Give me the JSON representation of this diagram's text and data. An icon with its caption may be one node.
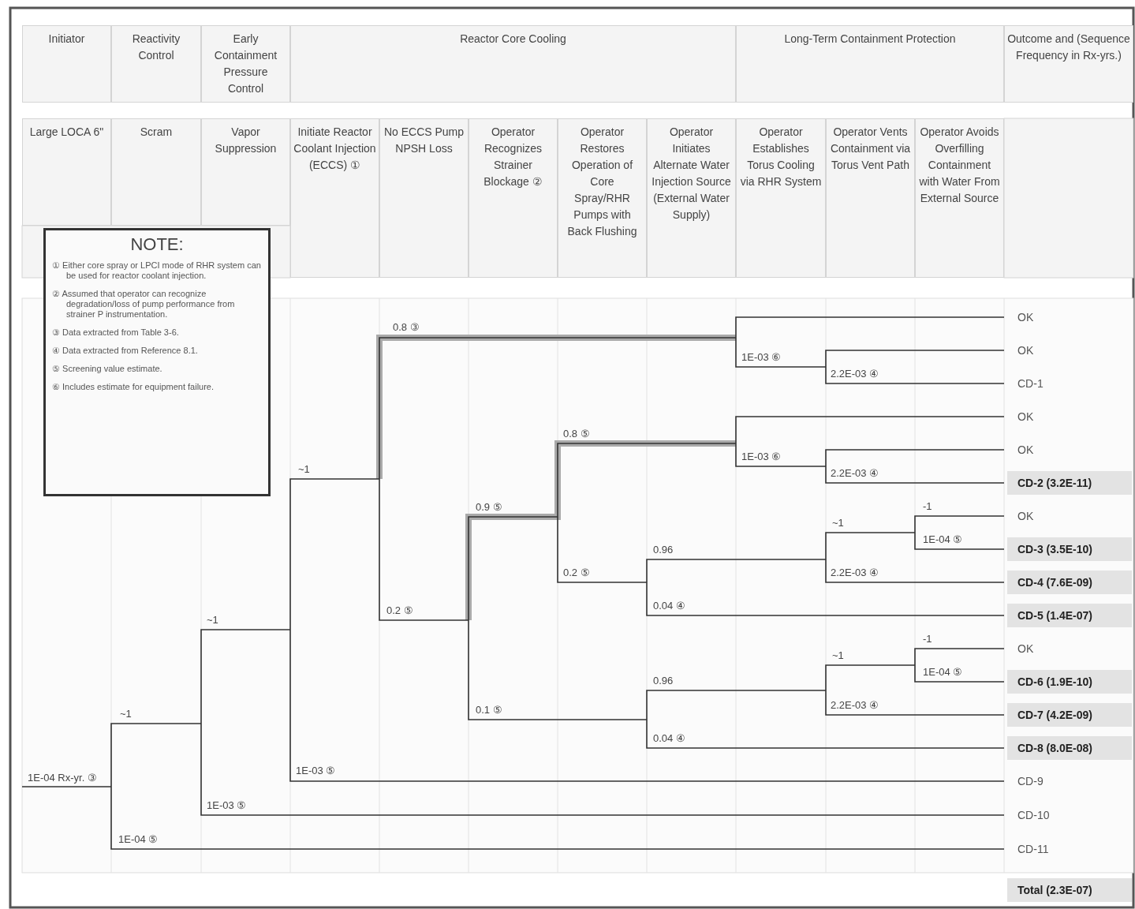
{
  "diagram": {
    "nodes": [
      {
        "text": [
          "Initiator"
        ]
      },
      {
        "text": [
          "Reactivity Control"
        ]
      },
      {
        "text": [
          "Early Containment Pressure Control"
        ]
      },
      {
        "text": [
          "Reactor Core Cooling"
        ]
      },
      {
        "text": [
          "Long-Term Containment Protection"
        ]
      },
      {
        "text": [
          "Outcome and (Sequence Frequency in Rx-yrs.)"
        ]
      },
      {
        "text": [
          "Large LOCA 6\""
        ]
      },
      {
        "text": [
          "Scram"
        ]
      },
      {
        "text": [
          "Vapor Suppression"
        ]
      },
      {
        "text": [
          "Initiate Reactor Coolant Injection (ECCS) ①"
        ]
      },
      {
        "text": [
          "No ECCS Pump NPSH Loss"
        ]
      },
      {
        "text": [
          "Operator Recognizes Strainer Blockage ②"
        ]
      },
      {
        "text": [
          "Operator Restores Operation of Core Spray/RHR Pumps with Back Flushing"
        ]
      },
      {
        "text": [
          "Operator Initiates Alternate Water Injection Source (External Water Supply)"
        ]
      },
      {
        "text": [
          "Operator Establishes Torus Cooling via RHR System"
        ]
      },
      {
        "text": [
          "Operator Vents Containment via Torus Vent Path"
        ]
      },
      {
        "text": [
          "Operator Avoids Overfilling Containment with Water From External Source"
        ]
      },
      {
        "text": [
          "NOTE:",
          "① Either core spray or LPCI mode of RHR system can be used for reactor coolant injection.",
          "② Assumed that operator can recognize degradation/loss of pump performance from strainer P instrumentation.",
          "③ Data extracted from Table 3-6.",
          "④ Data extracted from Reference 8.1.",
          "⑤ Screening value estimate.",
          "⑥ Includes estimate for equipment failure."
        ]
      }
    ],
    "labels": [
      "0.8 ③",
      "1E-03 ⑥",
      "2.2E-03 ④",
      "0.8 ⑤",
      "1E-03 ⑥",
      "~1",
      "2.2E-03 ④",
      "0.9 ⑤",
      "-1",
      "~1",
      "1E-04 ⑤",
      "0.96",
      "0.2 ⑤",
      "2.2E-03 ④",
      "0.04 ④",
      "0.2 ⑤",
      "~1",
      "-1",
      "~1",
      "1E-04 ⑤",
      "0.96",
      "2.2E-03 ④",
      "0.1 ⑤",
      "~1",
      "0.04 ④",
      "1E-03 ⑤",
      "1E-04 Rx-yr. ③",
      "1E-03 ⑤",
      "1E-04 ⑤",
      "OK",
      "OK",
      "CD-1",
      "OK",
      "OK",
      "CD-2 (3.2E-11)",
      "OK",
      "CD-3 (3.5E-10)",
      "CD-4 (7.6E-09)",
      "CD-5 (1.4E-07)",
      "OK",
      "CD-6 (1.9E-10)",
      "CD-7 (4.2E-09)",
      "CD-8 (8.0E-08)",
      "CD-9",
      "CD-10",
      "CD-11",
      "Total (2.3E-07)"
    ]
  }
}
